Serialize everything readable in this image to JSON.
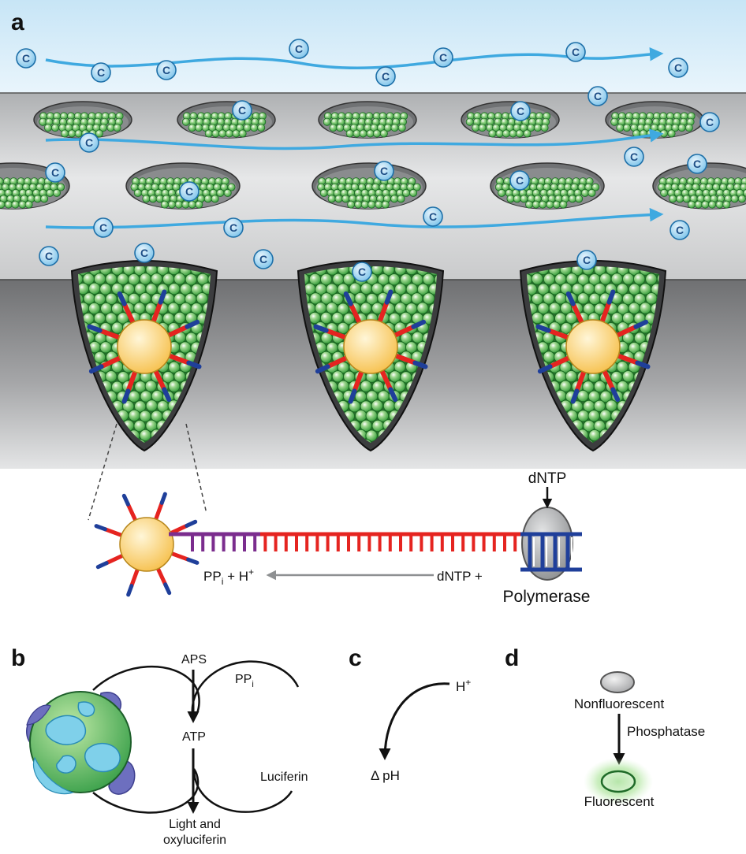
{
  "panels": {
    "a": "a",
    "b": "b",
    "c": "c",
    "d": "d"
  },
  "bubble_letter": "C",
  "panel_a": {
    "dntp_top": "dNTP",
    "reaction_left_main": "PP",
    "reaction_left_sub": "i",
    "reaction_left_rest": " + H",
    "reaction_left_sup": "+",
    "reaction_right": "dNTP +",
    "polymerase": "Polymerase"
  },
  "panel_b": {
    "aps": "APS",
    "ppi_main": "PP",
    "ppi_sub": "i",
    "atp": "ATP",
    "luciferin": "Luciferin",
    "product_line1": "Light and",
    "product_line2": "oxyluciferin"
  },
  "panel_c": {
    "proton_main": "H",
    "proton_sup": "+",
    "delta_ph": "Δ pH"
  },
  "panel_d": {
    "nonfluorescent": "Nonfluorescent",
    "enzyme": "Phosphatase",
    "fluorescent": "Fluorescent"
  },
  "colors": {
    "flow_arrow": "#3fa9e0",
    "bead_green": "#35a83a",
    "template_red": "#e52420",
    "primer_purple": "#7b2d8e",
    "strand_blue": "#1f3f9a",
    "bead_core": "#f8c95a"
  }
}
